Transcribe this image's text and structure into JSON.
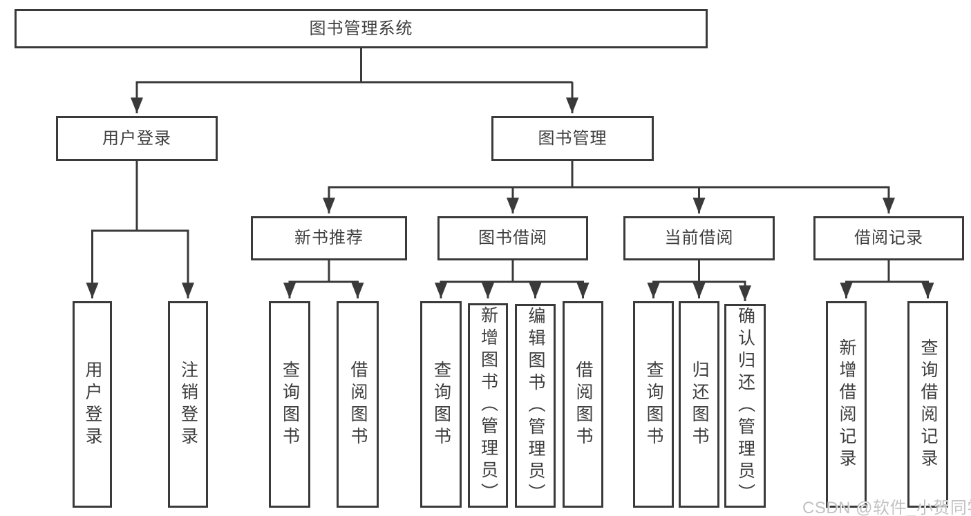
{
  "diagram": {
    "title": "图书管理系统",
    "watermark": "CSDN @软件_小贺同学",
    "colors": {
      "line": "#3a3a3a",
      "text": "#3d3d3d",
      "watermark": "#c2c2c2",
      "background": "#ffffff"
    },
    "nodes": {
      "root": "图书管理系统",
      "user_login": "用户登录",
      "book_management": "图书管理",
      "new_book_recommend": "新书推荐",
      "book_borrowing": "图书借阅",
      "current_borrowing": "当前借阅",
      "borrowing_records": "借阅记录",
      "leaf_user_login": "用户登录",
      "leaf_logout": "注销登录",
      "leaf_nbr_query_books": "查询图书",
      "leaf_nbr_borrow_books": "借阅图书",
      "leaf_bb_query_books": "查询图书",
      "leaf_bb_add_books_admin": "新增图书（管理员）",
      "leaf_bb_edit_books_admin": "编辑图书（管理员）",
      "leaf_bb_borrow_books": "借阅图书",
      "leaf_cb_query_books": "查询图书",
      "leaf_cb_return_books": "归还图书",
      "leaf_cb_confirm_return_admin": "确认归还（管理员）",
      "leaf_br_add_record": "新增借阅记录",
      "leaf_br_query_record": "查询借阅记录"
    }
  }
}
